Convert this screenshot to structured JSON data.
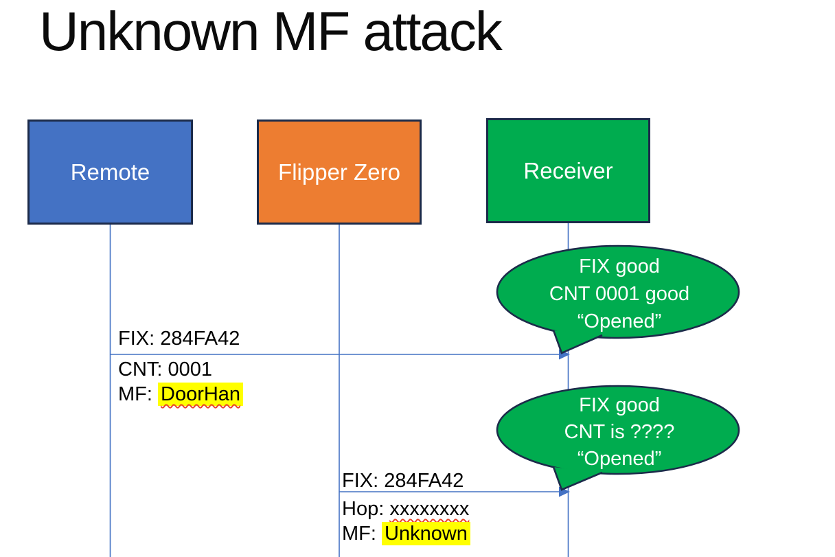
{
  "slide": {
    "title": "Unknown MF attack"
  },
  "colors": {
    "accent_blue": "#4472c4",
    "accent_orange": "#ed7d31",
    "accent_green": "#00ac4f",
    "border_navy": "#1c2b4a",
    "highlight_yellow": "#ffff00",
    "squiggle_red": "#e8442c",
    "text_light": "#ffffff",
    "text_dark": "#000000"
  },
  "actors": [
    {
      "label": "Remote"
    },
    {
      "label": "Flipper Zero"
    },
    {
      "label": "Receiver"
    }
  ],
  "messages": [
    {
      "from": "Remote",
      "to": "Receiver",
      "line1": "FIX: 284FA42",
      "line2": "CNT: 0001",
      "line3_prefix": "MF: ",
      "line3_value": "DoorHan"
    },
    {
      "from": "Flipper Zero",
      "to": "Receiver",
      "line1": "FIX: 284FA42",
      "line2_prefix": "Hop: ",
      "line2_value": "xxxxxxxx",
      "line3_prefix": "MF: ",
      "line3_value": "Unknown"
    }
  ],
  "bubbles": [
    {
      "lines": [
        "FIX good",
        "CNT 0001 good",
        "“Opened”"
      ]
    },
    {
      "lines": [
        "FIX good",
        "CNT is ????",
        "“Opened”"
      ]
    }
  ]
}
